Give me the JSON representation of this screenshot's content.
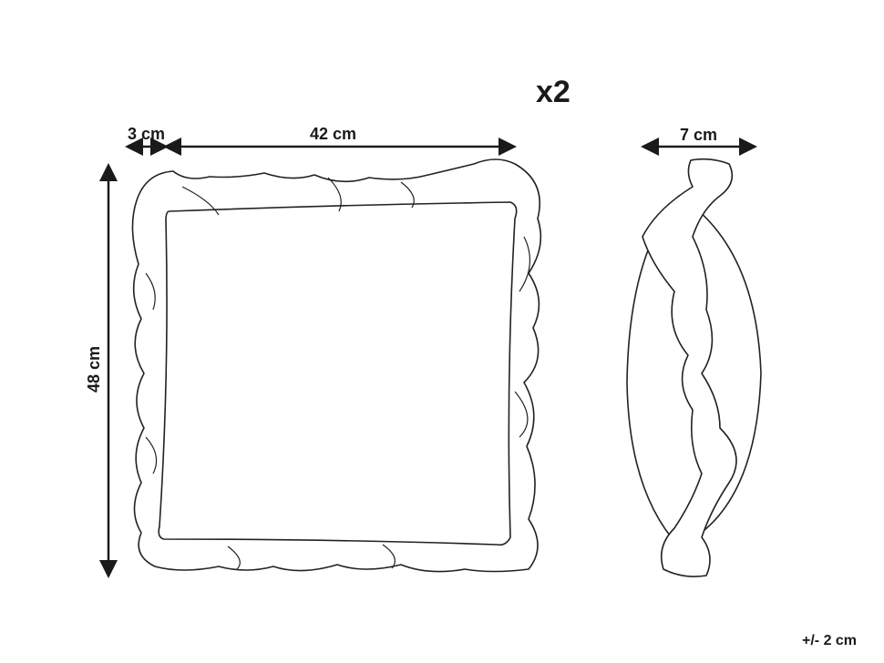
{
  "quantity": "x2",
  "dimensions": {
    "frill_width": "3 cm",
    "width": "42 cm",
    "depth": "7 cm",
    "height": "48 cm"
  },
  "tolerance": "+/- 2 cm"
}
